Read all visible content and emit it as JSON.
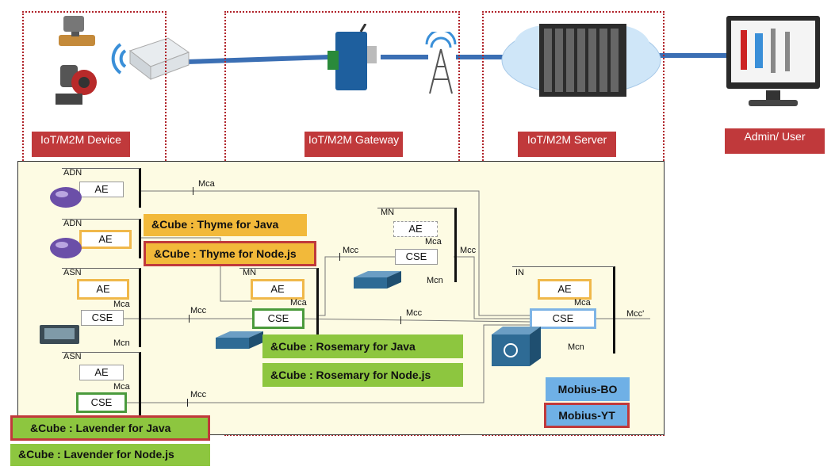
{
  "tiers": {
    "device": "IoT/M2M Device",
    "gateway": "IoT/M2M Gateway",
    "server": "IoT/M2M Server",
    "user": "Admin/ User"
  },
  "nodes": {
    "adn1": "ADN",
    "adn2": "ADN",
    "asn1": "ASN",
    "asn2": "ASN",
    "mn1": "MN",
    "mn2": "MN",
    "in": "IN"
  },
  "entities": {
    "ae": "AE",
    "cse": "CSE"
  },
  "refs": {
    "mca": "Mca",
    "mcc": "Mcc",
    "mcn": "Mcn",
    "mcc_prime": "Mcc'"
  },
  "badges": {
    "thyme_java": "&Cube : Thyme for Java",
    "thyme_node": "&Cube : Thyme for Node.js",
    "rosemary_java": "&Cube : Rosemary for Java",
    "rosemary_node": "&Cube : Rosemary for Node.js",
    "lavender_java": "&Cube : Lavender for Java",
    "lavender_node": "&Cube : Lavender for Node.js",
    "mobius_bo": "Mobius-BO",
    "mobius_yt": "Mobius-YT"
  },
  "colors": {
    "tier_label": "#c0393b",
    "thyme": "#f2b93a",
    "rosemary": "#8dc63f",
    "mobius": "#6fb0e6",
    "link": "#3b6fb4"
  }
}
